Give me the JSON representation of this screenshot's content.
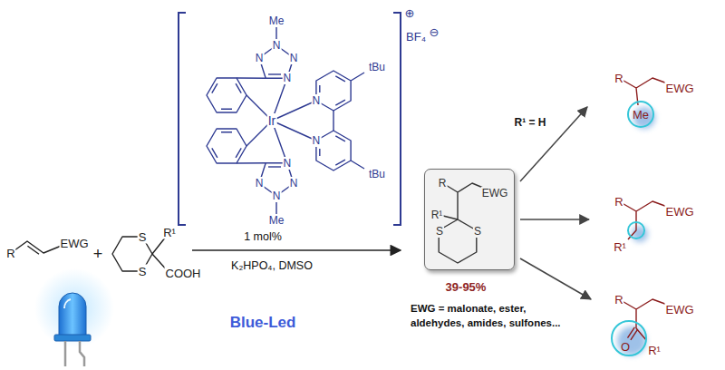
{
  "diagram": {
    "nodes": [
      {
        "text": [
          "R",
          "EWG",
          "R¹",
          "S",
          "S"
        ]
      }
    ],
    "labels": [
      "⊕",
      "BF₄",
      "⊖",
      "Me",
      "N",
      "N",
      "N",
      "N",
      "Ir",
      "N",
      "tBu",
      "N",
      "tBu",
      "N",
      "N",
      "N",
      "N",
      "Me",
      "1 mol%",
      "R",
      "EWG",
      "+",
      "S",
      "R¹",
      "S",
      "COOH",
      "K₂HPO₄, DMSO",
      "Blue-Led",
      "39-95%",
      "EWG = malonate, ester, aldehydes, amides, sulfones...",
      "R¹ = H",
      "R",
      "EWG",
      "Me",
      "R",
      "EWG",
      "R¹",
      "R",
      "EWG",
      "O",
      "R¹"
    ]
  }
}
